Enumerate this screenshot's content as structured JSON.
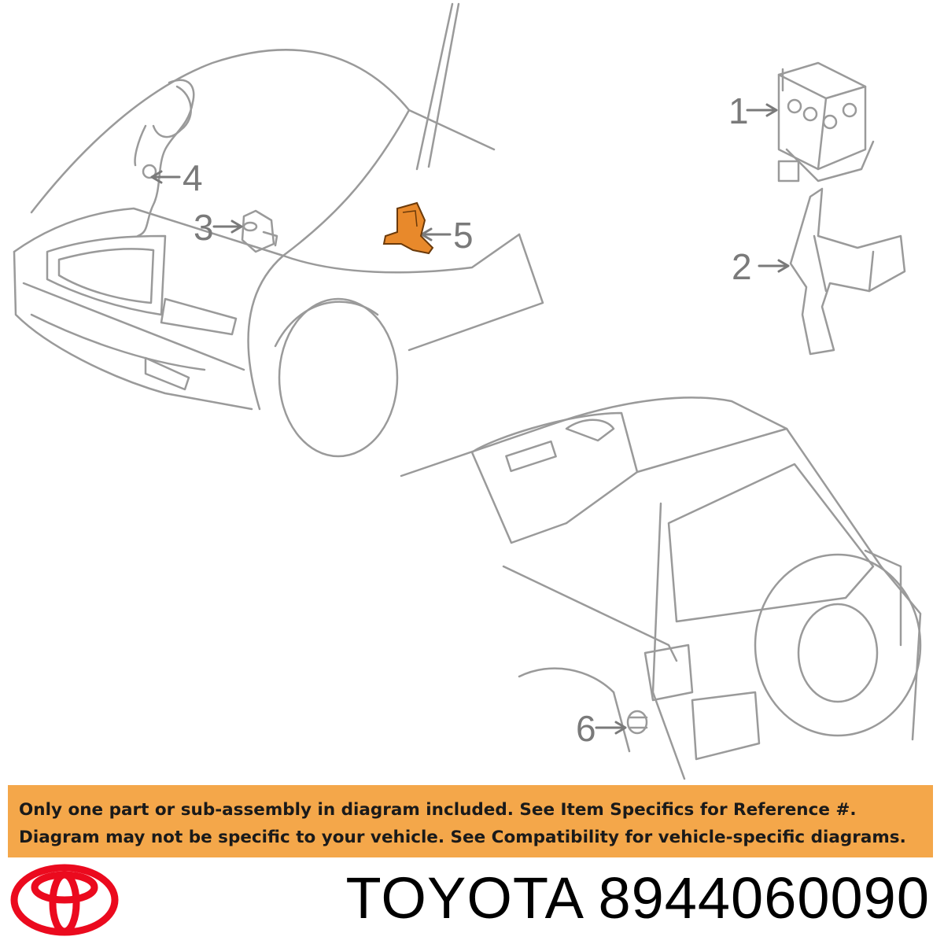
{
  "callouts": [
    {
      "id": 1,
      "label": "1"
    },
    {
      "id": 2,
      "label": "2"
    },
    {
      "id": 3,
      "label": "3"
    },
    {
      "id": 4,
      "label": "4"
    },
    {
      "id": 5,
      "label": "5"
    },
    {
      "id": 6,
      "label": "6"
    }
  ],
  "highlight_part": "5",
  "colors": {
    "highlight": "#e8892b",
    "line": "#9a9a9a",
    "banner": "#f4a74a",
    "logo": "#eb0a1e"
  },
  "banner": {
    "line1": "Only one part or sub-assembly in diagram included. See Item Specifics for Reference #.",
    "line2": "Diagram may not be specific to your vehicle. See Compatibility for vehicle-specific diagrams."
  },
  "footer": {
    "brand": "TOYOTA",
    "part_number": "8944060090",
    "logo_icon": "toyota-logo-icon"
  }
}
